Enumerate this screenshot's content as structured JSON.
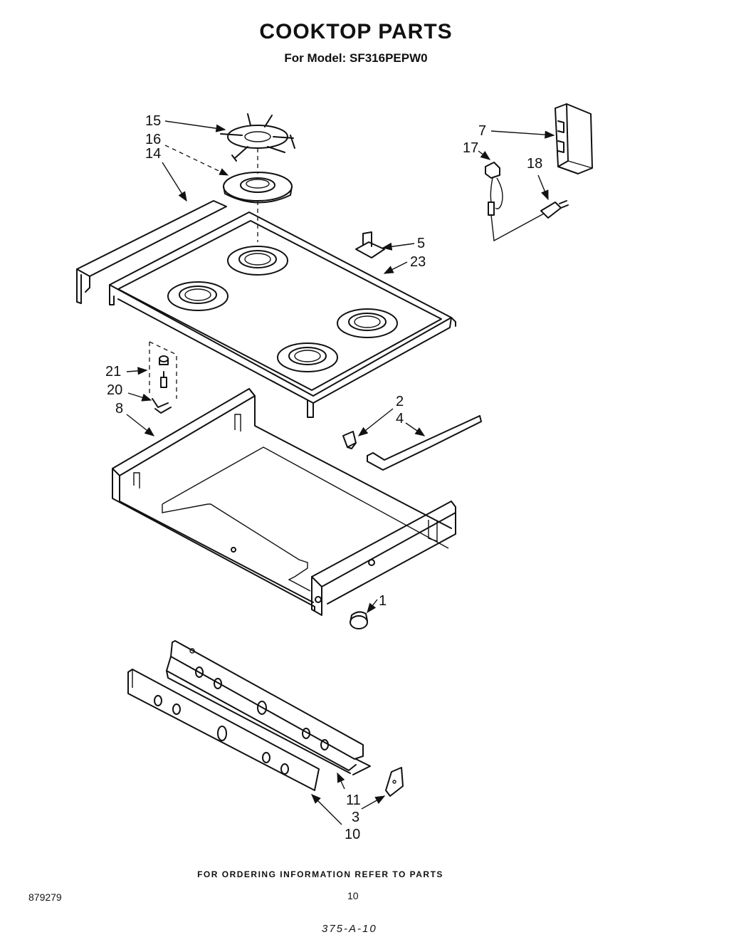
{
  "header": {
    "title": "COOKTOP PARTS",
    "subtitle": "For Model: SF316PEPW0"
  },
  "footer": {
    "note": "FOR ORDERING INFORMATION REFER TO PARTS",
    "doc_number": "879279",
    "page_number": "10",
    "reference": "375-A-10"
  },
  "callouts": [
    "15",
    "16",
    "14",
    "7",
    "17",
    "18",
    "5",
    "23",
    "21",
    "20",
    "8",
    "2",
    "4",
    "1",
    "11",
    "3",
    "10"
  ]
}
